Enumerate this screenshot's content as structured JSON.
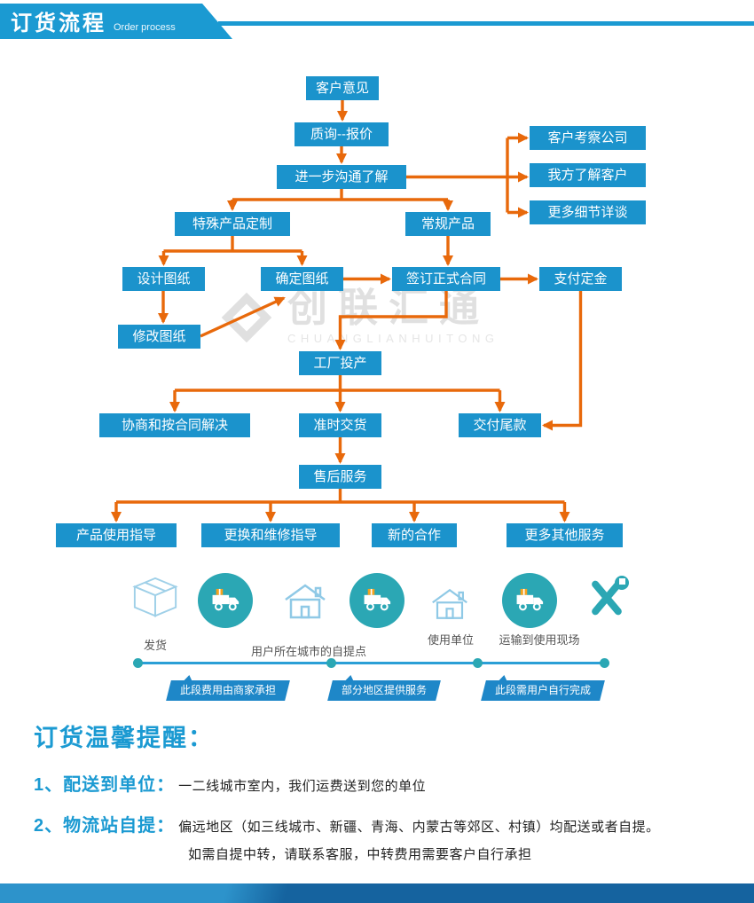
{
  "header": {
    "title": "订货流程",
    "subtitle": "Order process"
  },
  "watermark": {
    "name": "创联汇通",
    "caption": "CHUANGLIANHUITONG"
  },
  "flow": {
    "nodes": [
      {
        "label": "客户意见"
      },
      {
        "label": "质询--报价"
      },
      {
        "label": "进一步沟通了解"
      },
      {
        "label": "客户考察公司"
      },
      {
        "label": "我方了解客户"
      },
      {
        "label": "更多细节详谈"
      },
      {
        "label": "特殊产品定制"
      },
      {
        "label": "常规产品"
      },
      {
        "label": "设计图纸"
      },
      {
        "label": "确定图纸"
      },
      {
        "label": "签订正式合同"
      },
      {
        "label": "支付定金"
      },
      {
        "label": "修改图纸"
      },
      {
        "label": "工厂投产"
      },
      {
        "label": "协商和按合同解决"
      },
      {
        "label": "准时交货"
      },
      {
        "label": "交付尾款"
      },
      {
        "label": "售后服务"
      },
      {
        "label": "产品使用指导"
      },
      {
        "label": "更换和维修指导"
      },
      {
        "label": "新的合作"
      },
      {
        "label": "更多其他服务"
      }
    ]
  },
  "logistics": {
    "labels": {
      "ship": "发货",
      "pickup": "用户所在城市的自提点",
      "unit": "使用单位",
      "transport": "运输到使用现场"
    },
    "tags": [
      "此段费用由商家承担",
      "部分地区提供服务",
      "此段需用户自行完成"
    ]
  },
  "reminder": {
    "title": "订货温馨提醒：",
    "items": [
      {
        "num": "1、",
        "label": "配送到单位：",
        "text": "一二线城市室内，我们运费送到您的单位"
      },
      {
        "num": "2、",
        "label": "物流站自提：",
        "text": "偏远地区（如三线城市、新疆、青海、内蒙古等郊区、村镇）均配送或者自提。"
      }
    ],
    "note": "如需自提中转，请联系客服，中转费用需要客户自行承担"
  },
  "colors": {
    "box_blue": "#1b93cc",
    "arrow_orange": "#e8690b",
    "header_blue": "#1b9ad2",
    "teal": "#2ba7b4",
    "tag_blue": "#1e87c8",
    "footer_blue": "#15639f"
  }
}
